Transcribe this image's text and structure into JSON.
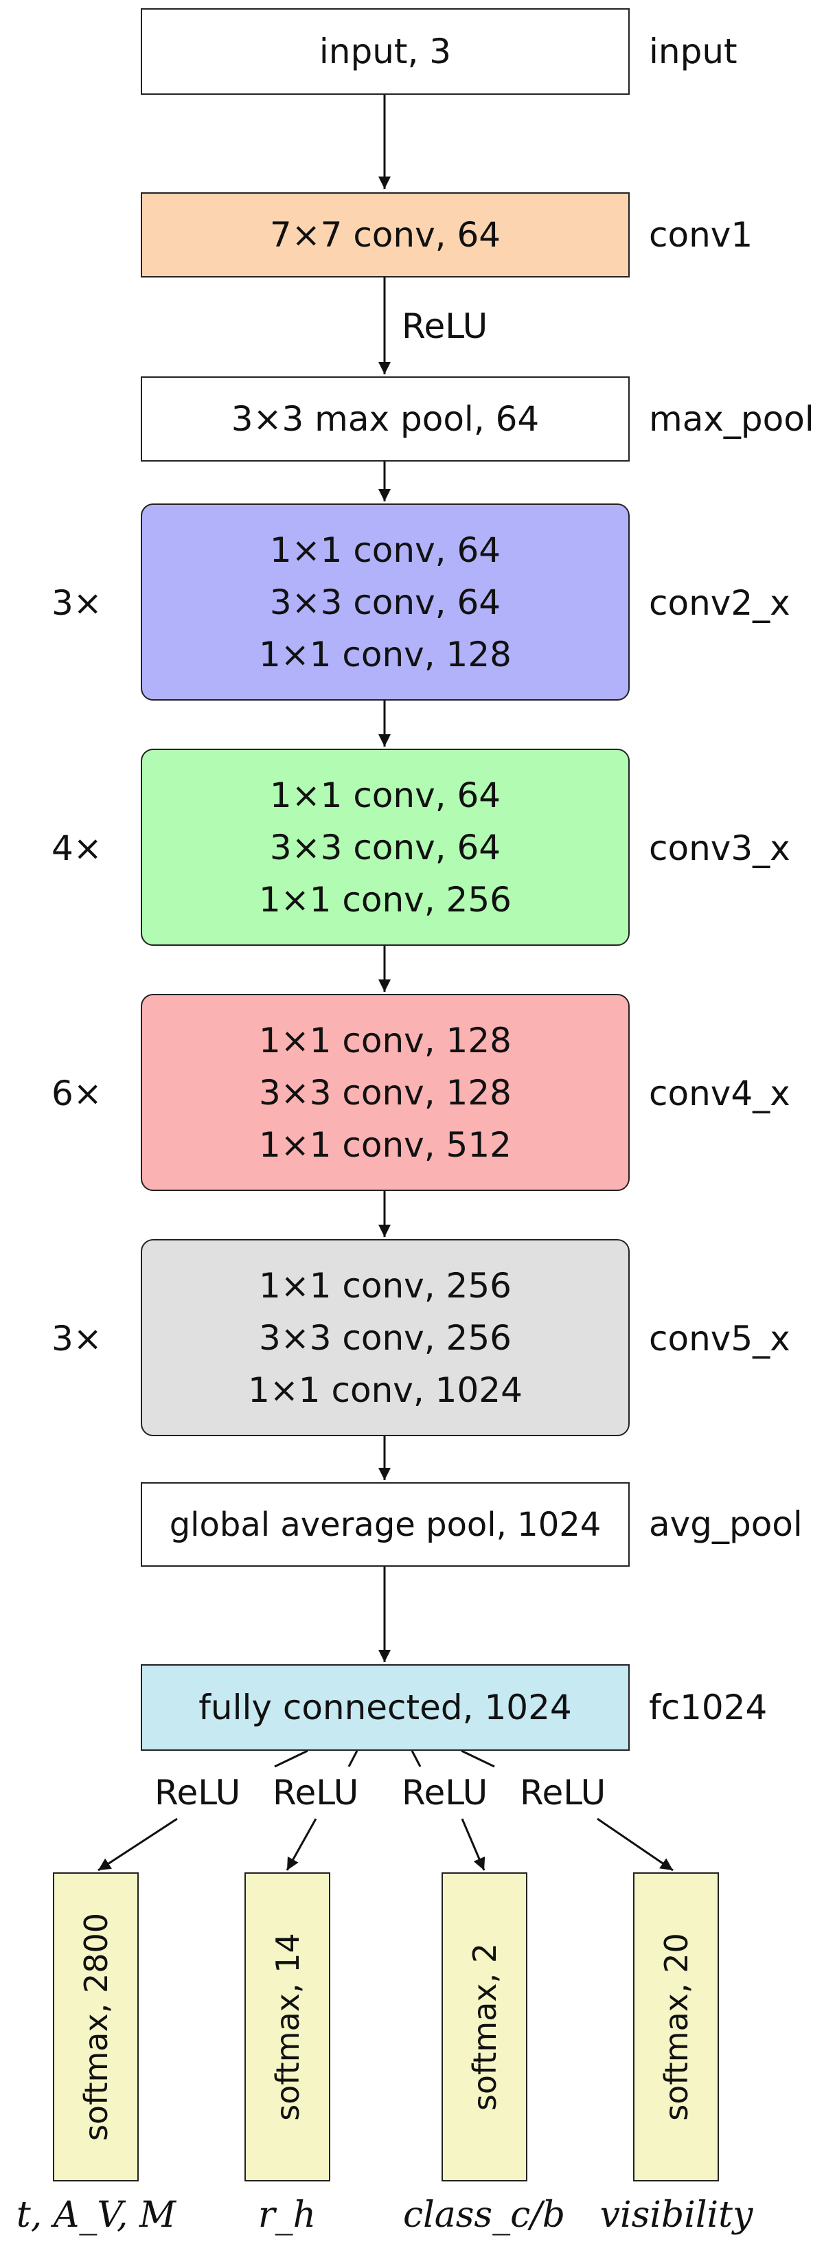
{
  "input": {
    "box": "input, 3",
    "label": "input"
  },
  "conv1": {
    "box": "7×7 conv, 64",
    "label": "conv1",
    "edge": "ReLU",
    "color": "#fcd5b0"
  },
  "max_pool": {
    "box": "3×3 max pool, 64",
    "label": "max_pool"
  },
  "conv2": {
    "repeat": "3×",
    "lines": [
      "1×1 conv, 64",
      "3×3 conv, 64",
      "1×1 conv, 128"
    ],
    "label": "conv2_x",
    "color": "#b2b2fb"
  },
  "conv3": {
    "repeat": "4×",
    "lines": [
      "1×1 conv, 64",
      "3×3 conv, 64",
      "1×1 conv, 256"
    ],
    "label": "conv3_x",
    "color": "#b2fbb2"
  },
  "conv4": {
    "repeat": "6×",
    "lines": [
      "1×1 conv, 128",
      "3×3 conv, 128",
      "1×1 conv, 512"
    ],
    "label": "conv4_x",
    "color": "#fbb2b2"
  },
  "conv5": {
    "repeat": "3×",
    "lines": [
      "1×1 conv, 256",
      "3×3 conv, 256",
      "1×1 conv, 1024"
    ],
    "label": "conv5_x",
    "color": "#e0e0e0"
  },
  "avg_pool": {
    "box": "global average pool, 1024",
    "label": "avg_pool"
  },
  "fc": {
    "box": "fully connected, 1024",
    "label": "fc1024",
    "color": "#c6e9f2"
  },
  "heads": [
    {
      "relu": "ReLU",
      "box": "softmax, 2800",
      "label": "t, A_V, M"
    },
    {
      "relu": "ReLU",
      "box": "softmax, 14",
      "label": "r_h"
    },
    {
      "relu": "ReLU",
      "box": "softmax, 2",
      "label": "class_c/b"
    },
    {
      "relu": "ReLU",
      "box": "softmax, 20",
      "label": "visibility"
    }
  ],
  "softmax_color": "#f5f5c5"
}
